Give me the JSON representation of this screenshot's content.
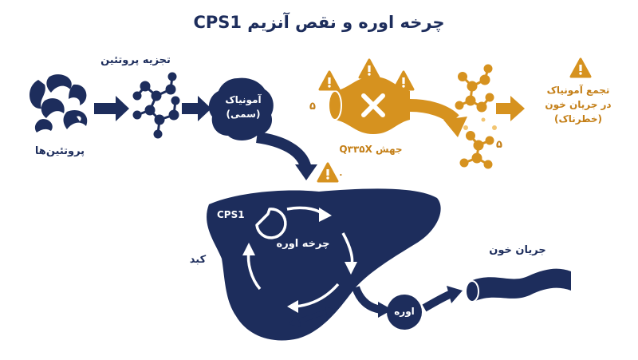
{
  "title": "چرخه اوره و نقص آنزیم CPS1",
  "labels": {
    "protein_breakdown": "تجزیه پروتئین",
    "proteins": "پروتئین‌ها",
    "ammonia_line1": "آمونیاک",
    "ammonia_line2": "(سمی)",
    "mutation": "جهش Q۳۳۵X",
    "accum_line1": "تجمع آمونیاک",
    "accum_line2": "در جریان خون",
    "accum_line3": "(خطرناک)",
    "cps1": "CPS1",
    "urea_cycle": "چرخه اوره",
    "liver": "کبد",
    "urea": "اوره",
    "bloodstream": "جریان خون",
    "marker_5": "۵",
    "marker_0": "۰"
  },
  "colors": {
    "navy": "#1d2d5c",
    "gold": "#d6921f",
    "gold_light": "#f2c572",
    "white": "#ffffff"
  },
  "icons": {
    "protein": "protein-ribbon-icon",
    "molecules": "molecule-cluster-icon",
    "warning": "warning-triangle-icon",
    "blocked": "blocked-pipe-icon",
    "vessel": "blood-vessel-icon"
  }
}
